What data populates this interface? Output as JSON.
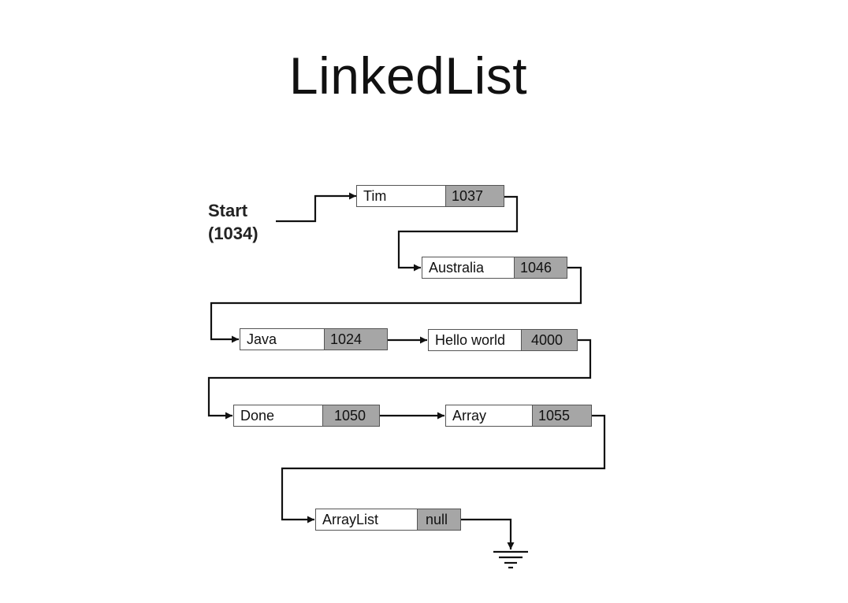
{
  "title": "LinkedList",
  "start": {
    "label": "Start",
    "address": "(1034)"
  },
  "nodes": [
    {
      "value": "Tim",
      "next": "1037"
    },
    {
      "value": "Australia",
      "next": "1046"
    },
    {
      "value": "Java",
      "next": "1024"
    },
    {
      "value": "Hello world",
      "next": "4000"
    },
    {
      "value": "Done",
      "next": "1050"
    },
    {
      "value": "Array",
      "next": "1055"
    },
    {
      "value": "ArrayList",
      "next": "null"
    }
  ],
  "colors": {
    "pointer_cell": "#a6a6a6",
    "line": "#111111",
    "border": "#555555"
  }
}
